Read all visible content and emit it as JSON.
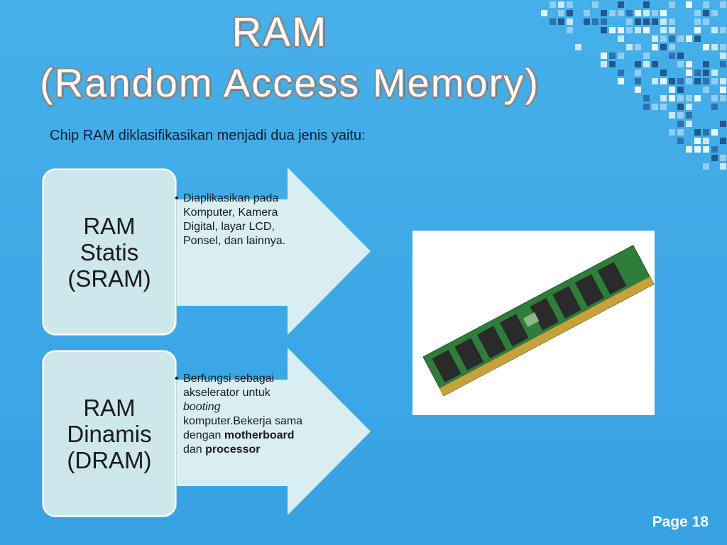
{
  "title": {
    "line1": "RAM",
    "line2": "(Random Access Memory)"
  },
  "intro": "Chip RAM diklasifikasikan menjadi dua jenis yaitu:",
  "items": [
    {
      "label_lines": [
        "RAM",
        "Statis",
        "(SRAM)"
      ],
      "bullet": "Diaplikasikan pada Komputer, Kamera Digital, layar LCD, Ponsel, dan lainnya."
    },
    {
      "label_lines": [
        "RAM",
        "Dinamis",
        "(DRAM)"
      ],
      "bullet_parts": {
        "p1": "Berfungsi sebagai akselerator untuk ",
        "p2_italic": "booting",
        "p3": " komputer.Bekerja sama dengan ",
        "p4_bold": "motherboard",
        "p5": " dan ",
        "p6_bold": "processor"
      }
    }
  ],
  "image": {
    "icon": "ram-module-image"
  },
  "footer": {
    "page": "Page 18"
  },
  "colors": {
    "background": "#3aa6e4",
    "box_fill": "#cde7ec",
    "arrow_fill": "#d9eef3",
    "text_white": "#ffffff"
  }
}
